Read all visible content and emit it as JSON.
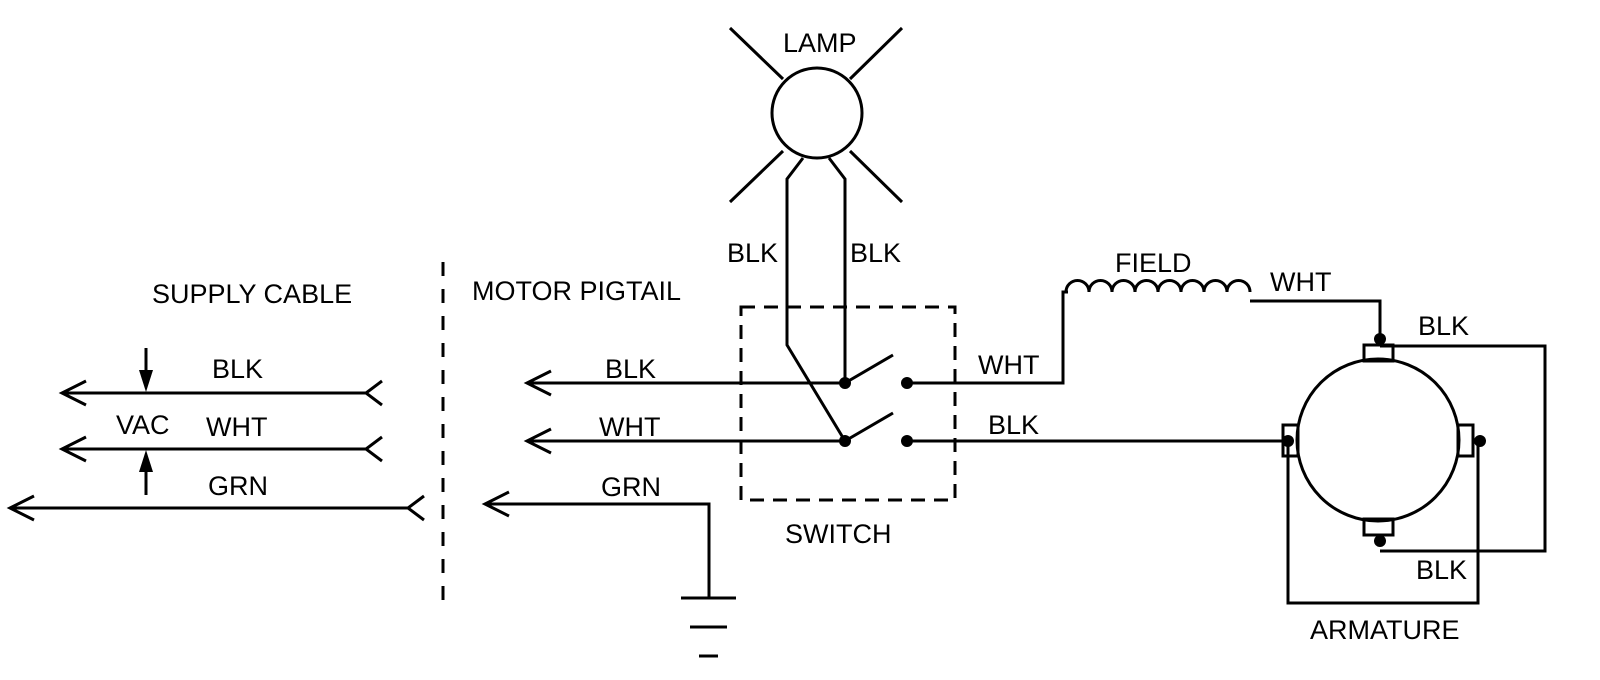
{
  "diagram": {
    "type": "wiring-schematic",
    "color": "#000000",
    "background": "#ffffff",
    "sections": {
      "supply_cable": "SUPPLY CABLE",
      "motor_pigtail": "MOTOR PIGTAIL"
    },
    "supply_cable": {
      "wires": [
        "BLK",
        "WHT",
        "GRN"
      ],
      "voltage_label": "VAC"
    },
    "motor_pigtail": {
      "wires": [
        "BLK",
        "WHT",
        "GRN"
      ]
    },
    "lamp": {
      "label": "LAMP",
      "lead_left": "BLK",
      "lead_right": "BLK"
    },
    "switch": {
      "label": "SWITCH",
      "out_top": "WHT",
      "out_bottom": "BLK"
    },
    "field": {
      "label": "FIELD",
      "lead_out": "WHT"
    },
    "armature": {
      "label": "ARMATURE",
      "lead_top": "BLK",
      "lead_bottom": "BLK"
    }
  }
}
